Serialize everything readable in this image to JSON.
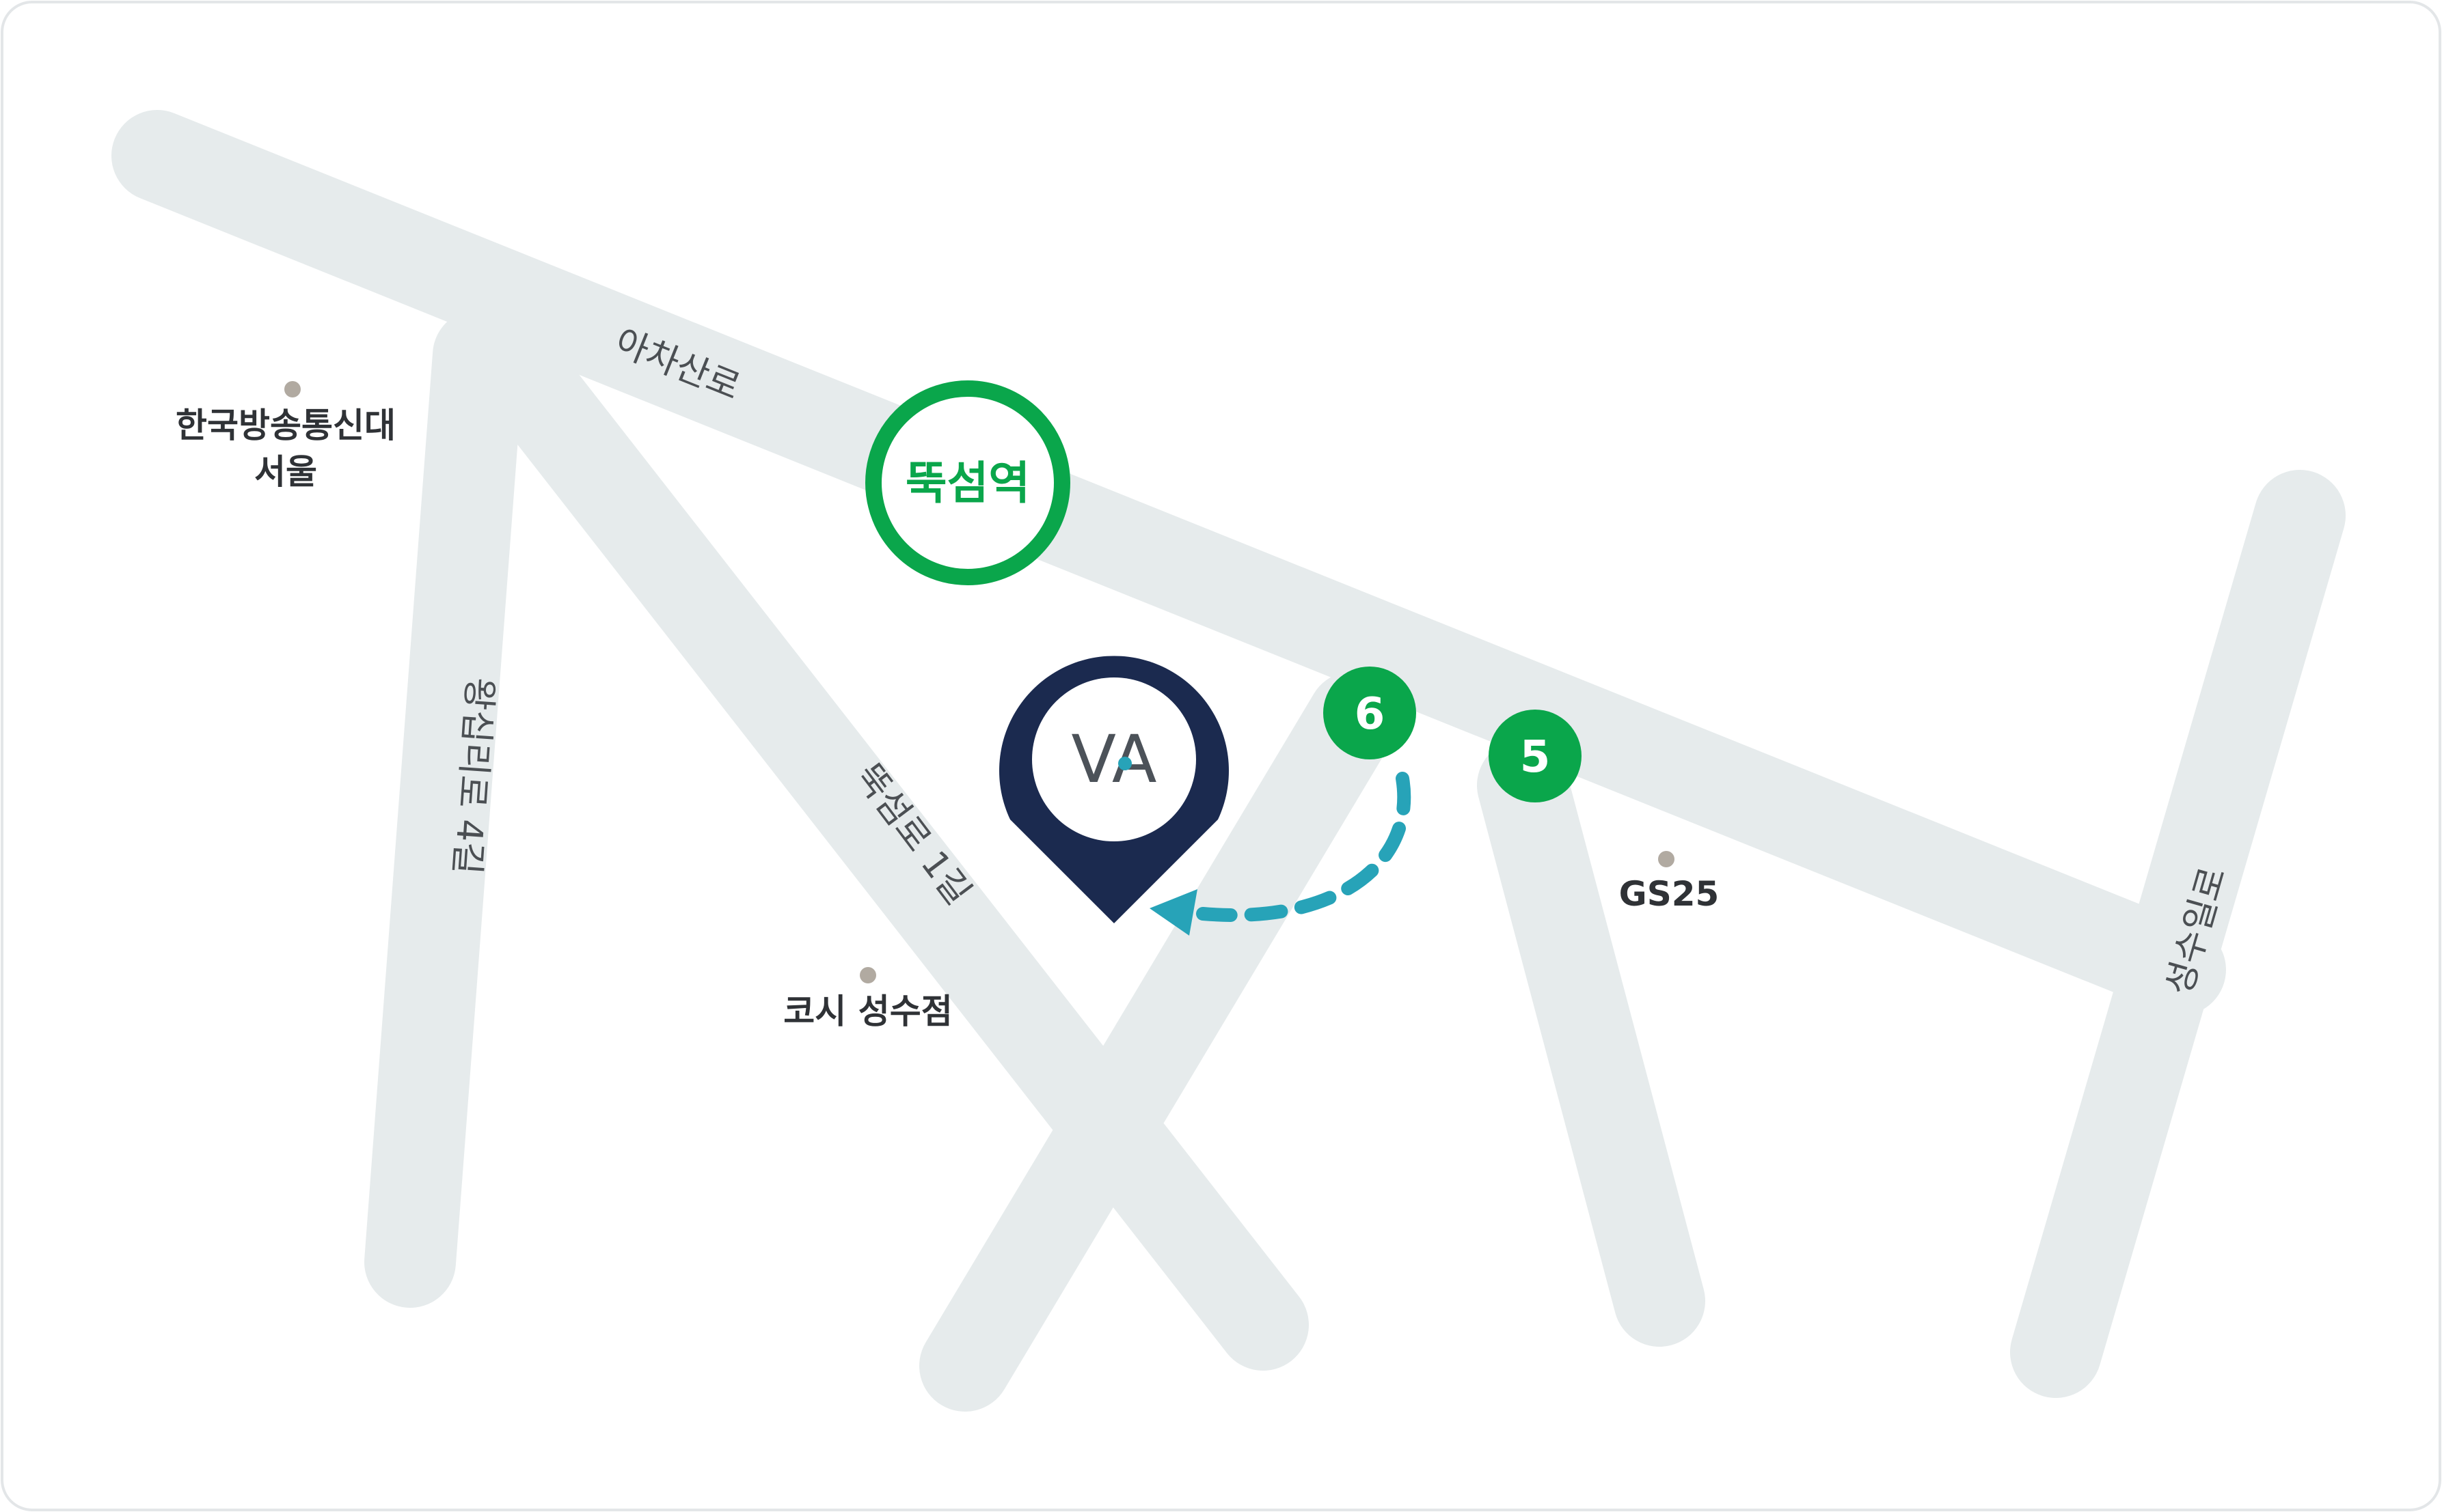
{
  "map": {
    "station": {
      "name": "뚝섬역",
      "color": "#0aa64b"
    },
    "exits": [
      {
        "number": "6",
        "color": "#0aa64b"
      },
      {
        "number": "5",
        "color": "#0aa64b"
      }
    ],
    "roads": {
      "acha_san_ro": "아차산로",
      "wangsimni_ro_4gil": "왕십리로 4길",
      "ttukseom_ro_1gil": "뚝섬로 1길",
      "seongsu_il_ro": "성수일로"
    },
    "pois": {
      "knou_line1": "한국방송통신대",
      "knou_line2": "서울",
      "kosi": "코시 성수점",
      "gs25": "GS25"
    },
    "destination": {
      "logo_text": "VA",
      "pin_color": "#1b2a4f"
    },
    "route": {
      "color": "#27a3b8",
      "style": "dashed"
    },
    "colors": {
      "road": "#e6ebec",
      "border": "#e3e6e8",
      "poi_dot": "#b1aaa1"
    }
  }
}
